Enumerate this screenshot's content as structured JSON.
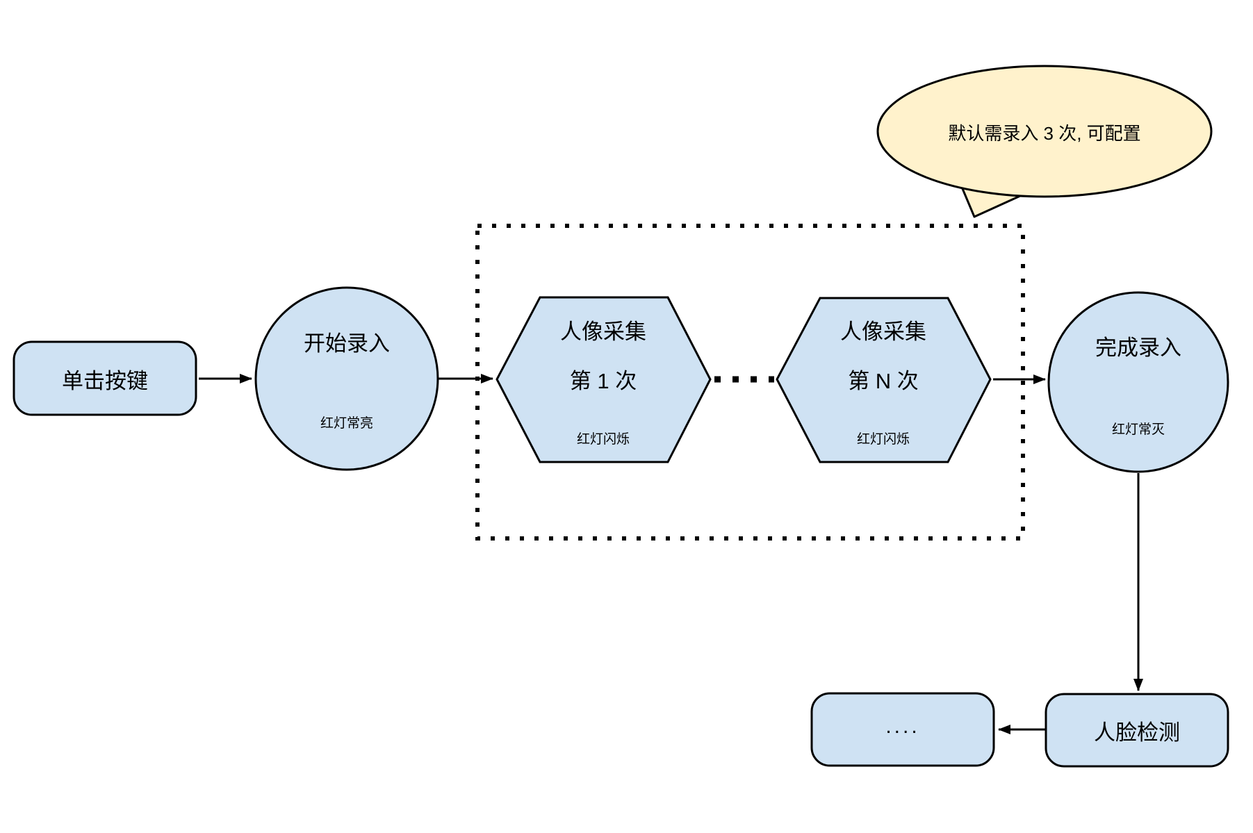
{
  "diagram": {
    "bubble": {
      "text": "默认需录入 3 次, 可配置"
    },
    "nodes": {
      "click_button": {
        "label": "单击按键"
      },
      "start_enroll": {
        "title": "开始录入",
        "subtitle": "红灯常亮"
      },
      "capture_first": {
        "line1": "人像采集",
        "line2": "第 1 次",
        "subtitle": "红灯闪烁"
      },
      "capture_nth": {
        "line1": "人像采集",
        "line2": "第 N 次",
        "subtitle": "红灯闪烁"
      },
      "finish_enroll": {
        "title": "完成录入",
        "subtitle": "红灯常灭"
      },
      "more_steps": {
        "label": "...."
      },
      "face_detect": {
        "label": "人脸检测"
      }
    },
    "colors": {
      "node_fill": "#CFE2F3",
      "bubble_fill": "#FFF2CC",
      "stroke": "#000000"
    }
  }
}
